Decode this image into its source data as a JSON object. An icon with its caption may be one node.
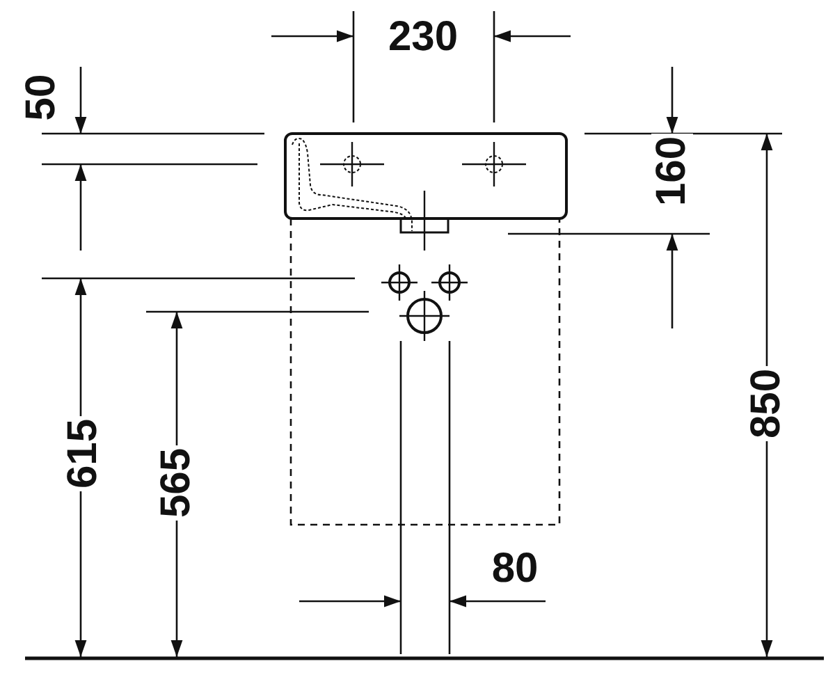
{
  "diagram": {
    "labels": [
      "230",
      "50",
      "160",
      "615",
      "565",
      "850",
      "80"
    ]
  }
}
